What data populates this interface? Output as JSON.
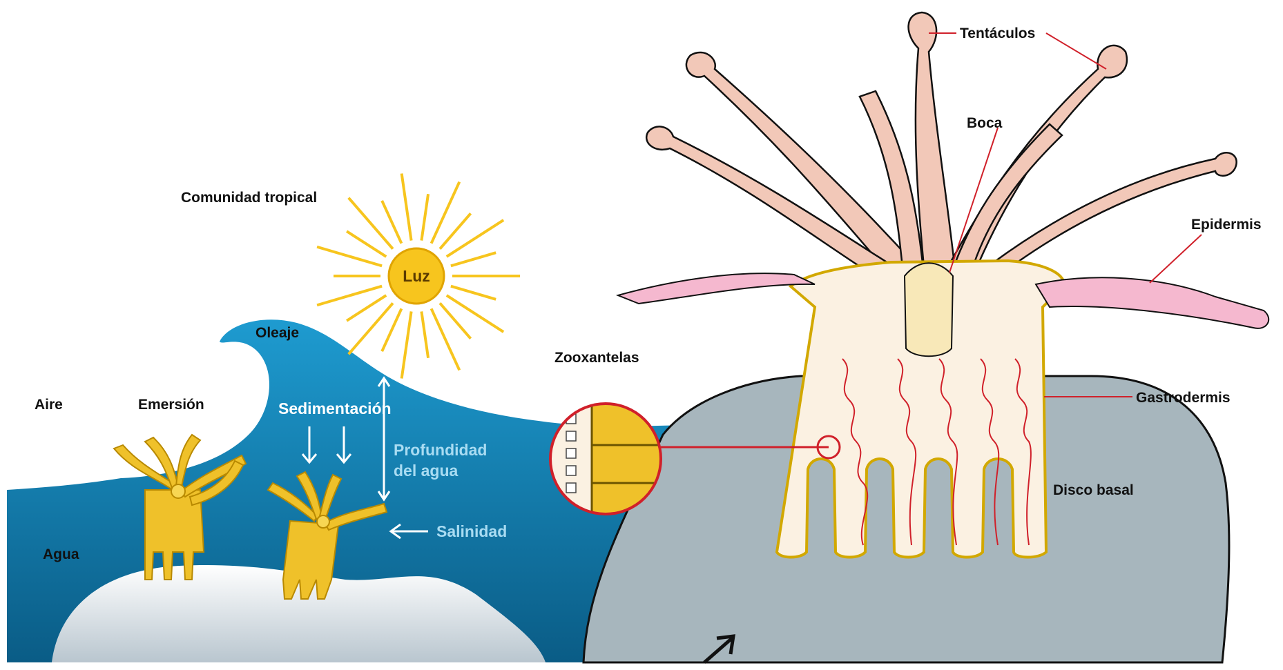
{
  "colors": {
    "water_dark": "#0a5c86",
    "water_light": "#1e9bd0",
    "rock_grey": "#a7b6bd",
    "sun_yellow": "#f7c51e",
    "polyp_yellow": "#efc12a",
    "tentacle_pink": "#f2c8b8",
    "tissue_cream": "#fbf1e2",
    "gastro_line": "#d2a800",
    "leader_red": "#d0202a",
    "epidermis_pink": "#f5b8cf"
  },
  "icons": {
    "sun": "sun-icon",
    "polyp": "coral-polyp-icon",
    "arrow": "arrow-icon"
  },
  "labels": {
    "comunidad": "Comunidad tropical",
    "luz": "Luz",
    "oleaje": "Oleaje",
    "aire": "Aire",
    "emersion": "Emersión",
    "sedimentacion": "Sedimentación",
    "profundidad_1": "Profundidad",
    "profundidad_2": "del agua",
    "salinidad": "Salinidad",
    "agua": "Agua",
    "zooxantelas": "Zooxantelas",
    "tentaculos": "Tentáculos",
    "boca": "Boca",
    "epidermis": "Epidermis",
    "gastrodermis": "Gastrodermis",
    "disco_basal": "Disco basal"
  }
}
